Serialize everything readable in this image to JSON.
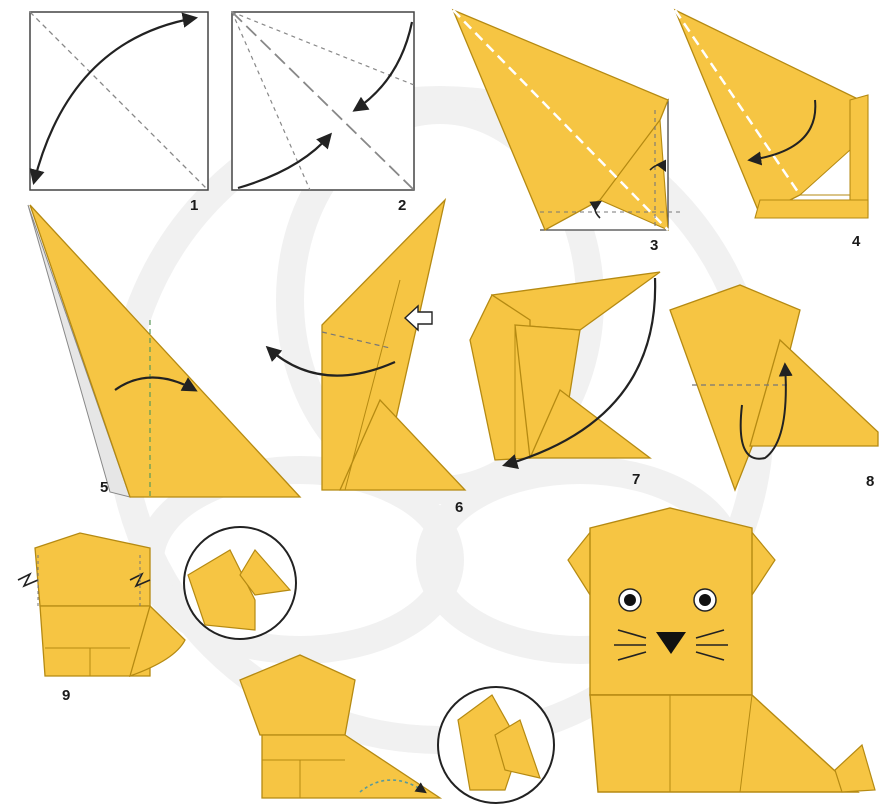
{
  "diagram": {
    "colors": {
      "paper": "#f6c543",
      "paper_edge": "#b58a12",
      "line": "#333333",
      "fold_line": "#777777",
      "background": "#ffffff",
      "watermark": "#f1f1f1"
    },
    "steps": [
      {
        "label": "1"
      },
      {
        "label": "2"
      },
      {
        "label": "3"
      },
      {
        "label": "4"
      },
      {
        "label": "5"
      },
      {
        "label": "6"
      },
      {
        "label": "7"
      },
      {
        "label": "8"
      },
      {
        "label": "9"
      }
    ],
    "icons": [
      "curved-arrow-icon",
      "push-arrow-icon",
      "zoom-circle-icon",
      "zigzag-fold-icon"
    ]
  }
}
